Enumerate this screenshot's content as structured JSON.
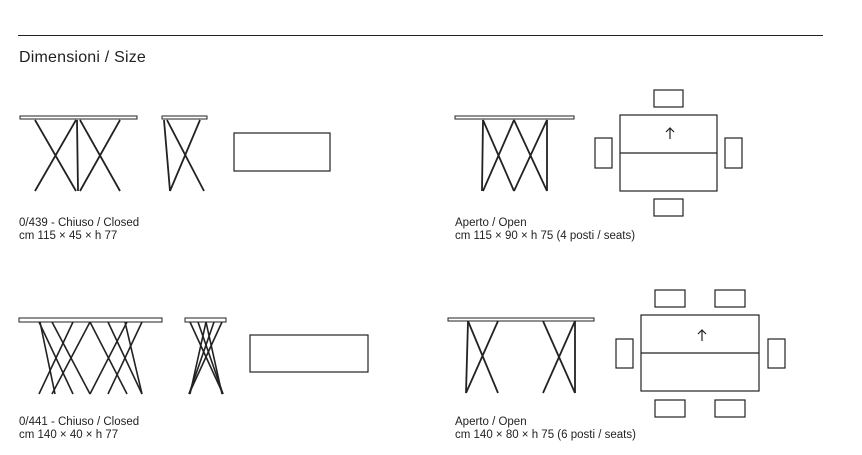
{
  "section_title": "Dimensioni / Size",
  "models": [
    {
      "closed": {
        "label": "0/439 - Chiuso / Closed",
        "dimensions": "cm 115 × 45 × h 77"
      },
      "open": {
        "label": "Aperto / Open",
        "dimensions": "cm 115 × 90 × h 75 (4 posti / seats)",
        "seats": 4
      }
    },
    {
      "closed": {
        "label": "0/441 - Chiuso / Closed",
        "dimensions": "cm 140 × 40 × h 77"
      },
      "open": {
        "label": "Aperto / Open",
        "dimensions": "cm 140 × 80 × h 75 (6 posti / seats)",
        "seats": 6
      }
    }
  ],
  "colors": {
    "line": "#222222",
    "background": "#ffffff"
  }
}
